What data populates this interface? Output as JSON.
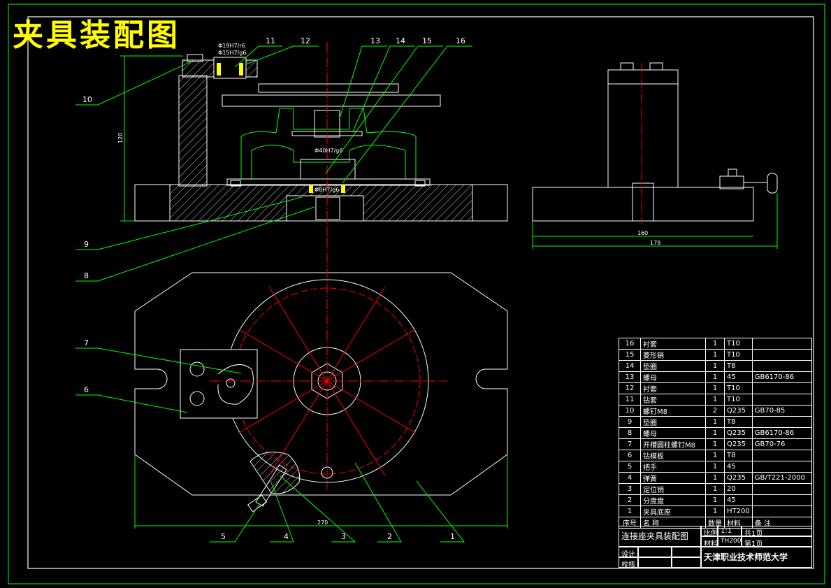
{
  "title": "夹具装配图",
  "balloons": [
    "16",
    "15",
    "14",
    "13",
    "12",
    "11",
    "10",
    "9",
    "8",
    "7",
    "6",
    "5",
    "4",
    "3",
    "2",
    "1"
  ],
  "fits": {
    "pin_a": "Φ19H7/r6",
    "pin_b": "Φ15H7/g6",
    "bore": "Φ40H7/g6",
    "center": "Φ8H7/g6"
  },
  "dims": {
    "height": "120",
    "width_top": "160",
    "width_full": "179",
    "width_plan": "270"
  },
  "colors": {
    "outline": "#ffffff",
    "leader": "#00ff00",
    "center": "#ff0000",
    "title": "#ffff00"
  },
  "bom_header": {
    "no": "序号",
    "name": "名  称",
    "qty": "数量",
    "material": "材料",
    "note": "备    注"
  },
  "bom": [
    {
      "no": "16",
      "name": "衬套",
      "qty": "1",
      "material": "T10",
      "note": ""
    },
    {
      "no": "15",
      "name": "菱形销",
      "qty": "1",
      "material": "T10",
      "note": ""
    },
    {
      "no": "14",
      "name": "垫圈",
      "qty": "1",
      "material": "T8",
      "note": ""
    },
    {
      "no": "13",
      "name": "螺母",
      "qty": "1",
      "material": "45",
      "note": "GB6170-86"
    },
    {
      "no": "12",
      "name": "衬套",
      "qty": "1",
      "material": "T10",
      "note": ""
    },
    {
      "no": "11",
      "name": "钻套",
      "qty": "1",
      "material": "T10",
      "note": ""
    },
    {
      "no": "10",
      "name": "螺钉M8",
      "qty": "2",
      "material": "Q235",
      "note": "GB70-85"
    },
    {
      "no": "9",
      "name": "垫圈",
      "qty": "1",
      "material": "T8",
      "note": ""
    },
    {
      "no": "8",
      "name": "螺母",
      "qty": "1",
      "material": "Q235",
      "note": "GB6170-86"
    },
    {
      "no": "7",
      "name": "开槽圆柱螺钉M8",
      "qty": "1",
      "material": "Q235",
      "note": "GB70-76"
    },
    {
      "no": "6",
      "name": "钻模板",
      "qty": "1",
      "material": "T8",
      "note": ""
    },
    {
      "no": "5",
      "name": "把手",
      "qty": "1",
      "material": "45",
      "note": ""
    },
    {
      "no": "4",
      "name": "弹簧",
      "qty": "1",
      "material": "Q235",
      "note": "GB/T221-2000"
    },
    {
      "no": "3",
      "name": "定位销",
      "qty": "1",
      "material": "20",
      "note": ""
    },
    {
      "no": "2",
      "name": "分度盘",
      "qty": "1",
      "material": "45",
      "note": ""
    },
    {
      "no": "1",
      "name": "夹具底座",
      "qty": "1",
      "material": "HT200",
      "note": ""
    }
  ],
  "title_block": {
    "drawing_name": "连接座夹具装配图",
    "scale_label": "比例",
    "scale": "1:1",
    "sheets_total": "共1页",
    "material_label": "材料",
    "material": "TH200",
    "sheet_no": "第1页",
    "designer": "设计",
    "checker": "校核",
    "school": "天津职业技术师范大学"
  }
}
